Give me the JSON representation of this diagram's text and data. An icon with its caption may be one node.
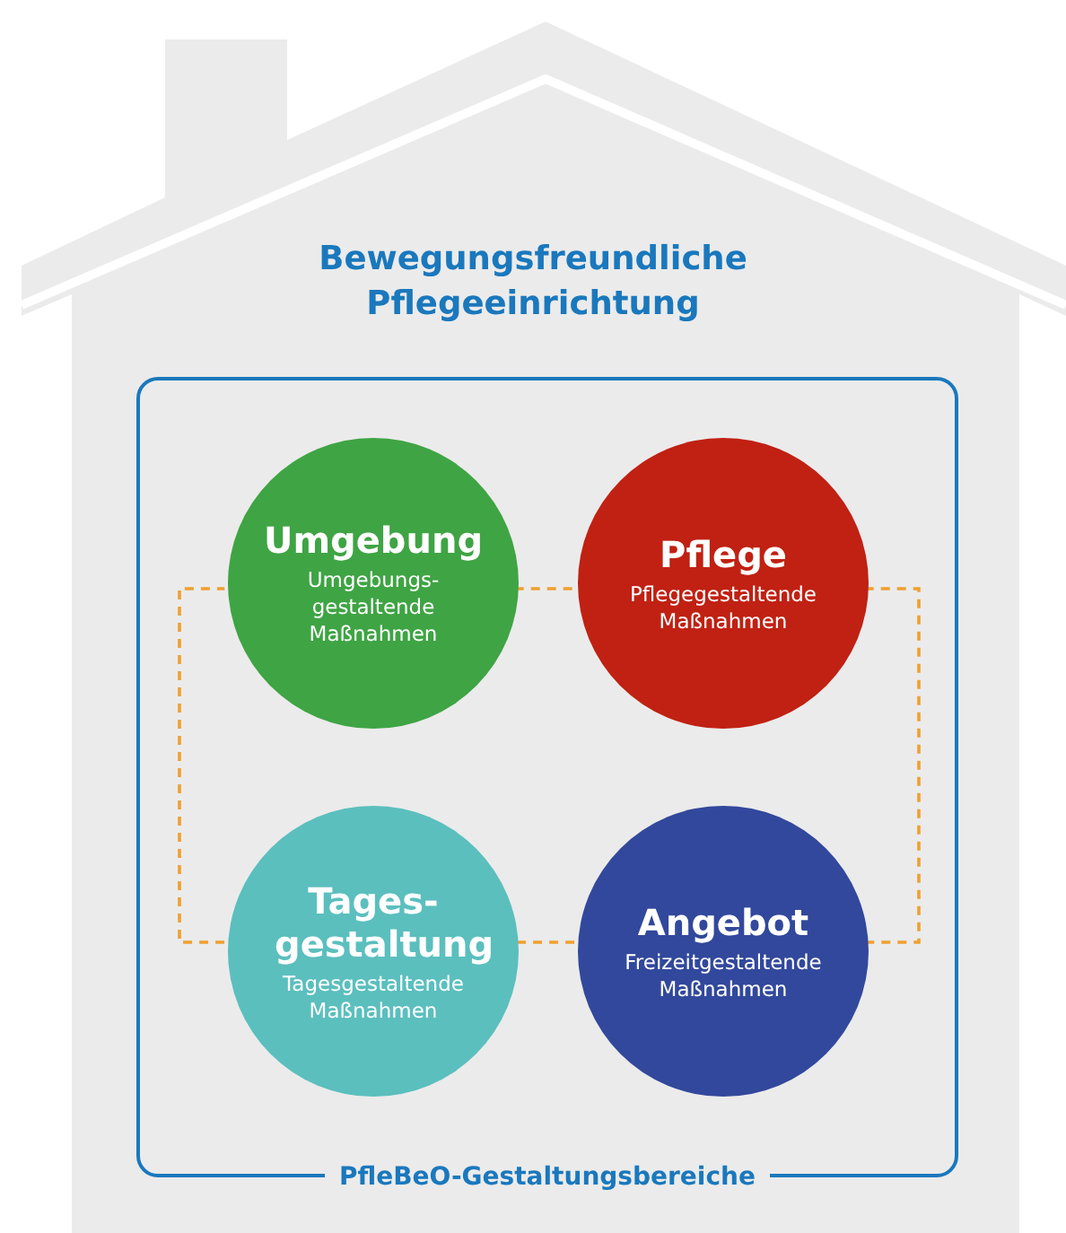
{
  "diagram": {
    "nodes": [
      {
        "text": [
          "Bewegungsfreundliche Pflegeeinrichtung"
        ]
      },
      {
        "text": [
          "PfleBeO-Gestaltungsbereiche"
        ],
        "in": 0
      },
      {
        "text": [
          "Umgebung",
          "Umgebungs- gestaltende Maßnahmen"
        ],
        "in": 1
      },
      {
        "text": [
          "Pflege",
          "Pflegegestaltende Maßnahmen"
        ],
        "in": 1
      },
      {
        "text": [
          "Tages- gestaltung",
          "Tagesgestaltende Maßnahmen"
        ],
        "in": 1
      },
      {
        "text": [
          "Angebot",
          "Freizeitgestaltende Maßnahmen"
        ],
        "in": 1
      }
    ],
    "edges": [
      {
        "from": 2,
        "to": 3,
        "arrow": "none",
        "style": "dashed",
        "color": "#f0a030"
      },
      {
        "from": 3,
        "to": 5,
        "arrow": "none",
        "style": "dashed",
        "color": "#f0a030"
      },
      {
        "from": 5,
        "to": 4,
        "arrow": "none",
        "style": "dashed",
        "color": "#f0a030"
      },
      {
        "from": 4,
        "to": 2,
        "arrow": "none",
        "style": "dashed",
        "color": "#f0a030"
      }
    ]
  }
}
